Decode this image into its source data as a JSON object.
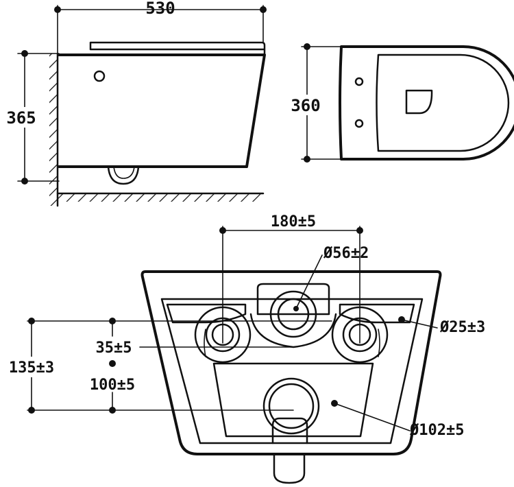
{
  "side_view": {
    "width_label": "530",
    "height_label": "365"
  },
  "top_view": {
    "depth_label": "360"
  },
  "rear_view": {
    "bolt_spacing_label": "180±5",
    "outlet_diameter_label": "Ø56±2",
    "bolt_hole_diameter_label": "Ø25±3",
    "inlet_offset_label": "35±5",
    "inlet_height_label": "135±3",
    "outlet_height_label": "100±5",
    "waste_diameter_label": "Ø102±5"
  }
}
